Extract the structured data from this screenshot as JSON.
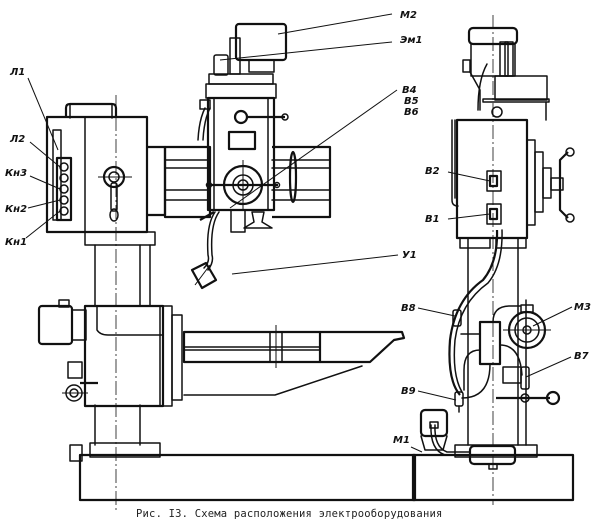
{
  "figure": {
    "caption": "Рис. I3. Схема расположения электрооборудования",
    "left_view_labels": {
      "L1": "Л1",
      "L2": "Л2",
      "Kn3": "Кн3",
      "Kn2": "Кн2",
      "Kn1": "Кн1",
      "M2": "М2",
      "Em1": "Эм1",
      "B4": "В4",
      "B5": "В5",
      "B6": "В6",
      "U1": "У1"
    },
    "right_view_labels": {
      "B2": "В2",
      "B1": "В1",
      "B8": "В8",
      "M3": "М3",
      "B7": "В7",
      "B9": "В9",
      "M1": "М1"
    }
  }
}
